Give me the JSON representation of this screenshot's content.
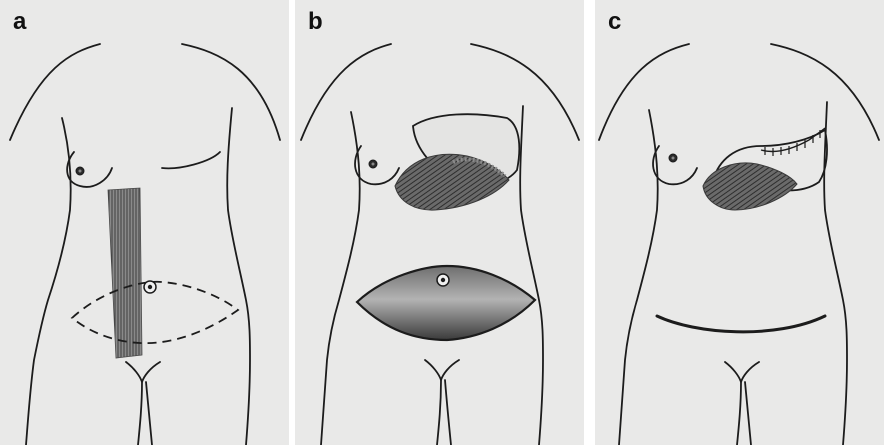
{
  "figure": {
    "panels": [
      {
        "id": "a",
        "label": "a"
      },
      {
        "id": "b",
        "label": "b"
      },
      {
        "id": "c",
        "label": "c"
      }
    ]
  },
  "colors": {
    "paper": "#e9e9e8",
    "line": "#1c1c1c",
    "shading": "#555555",
    "flap_fill": "#a5a5a5"
  }
}
